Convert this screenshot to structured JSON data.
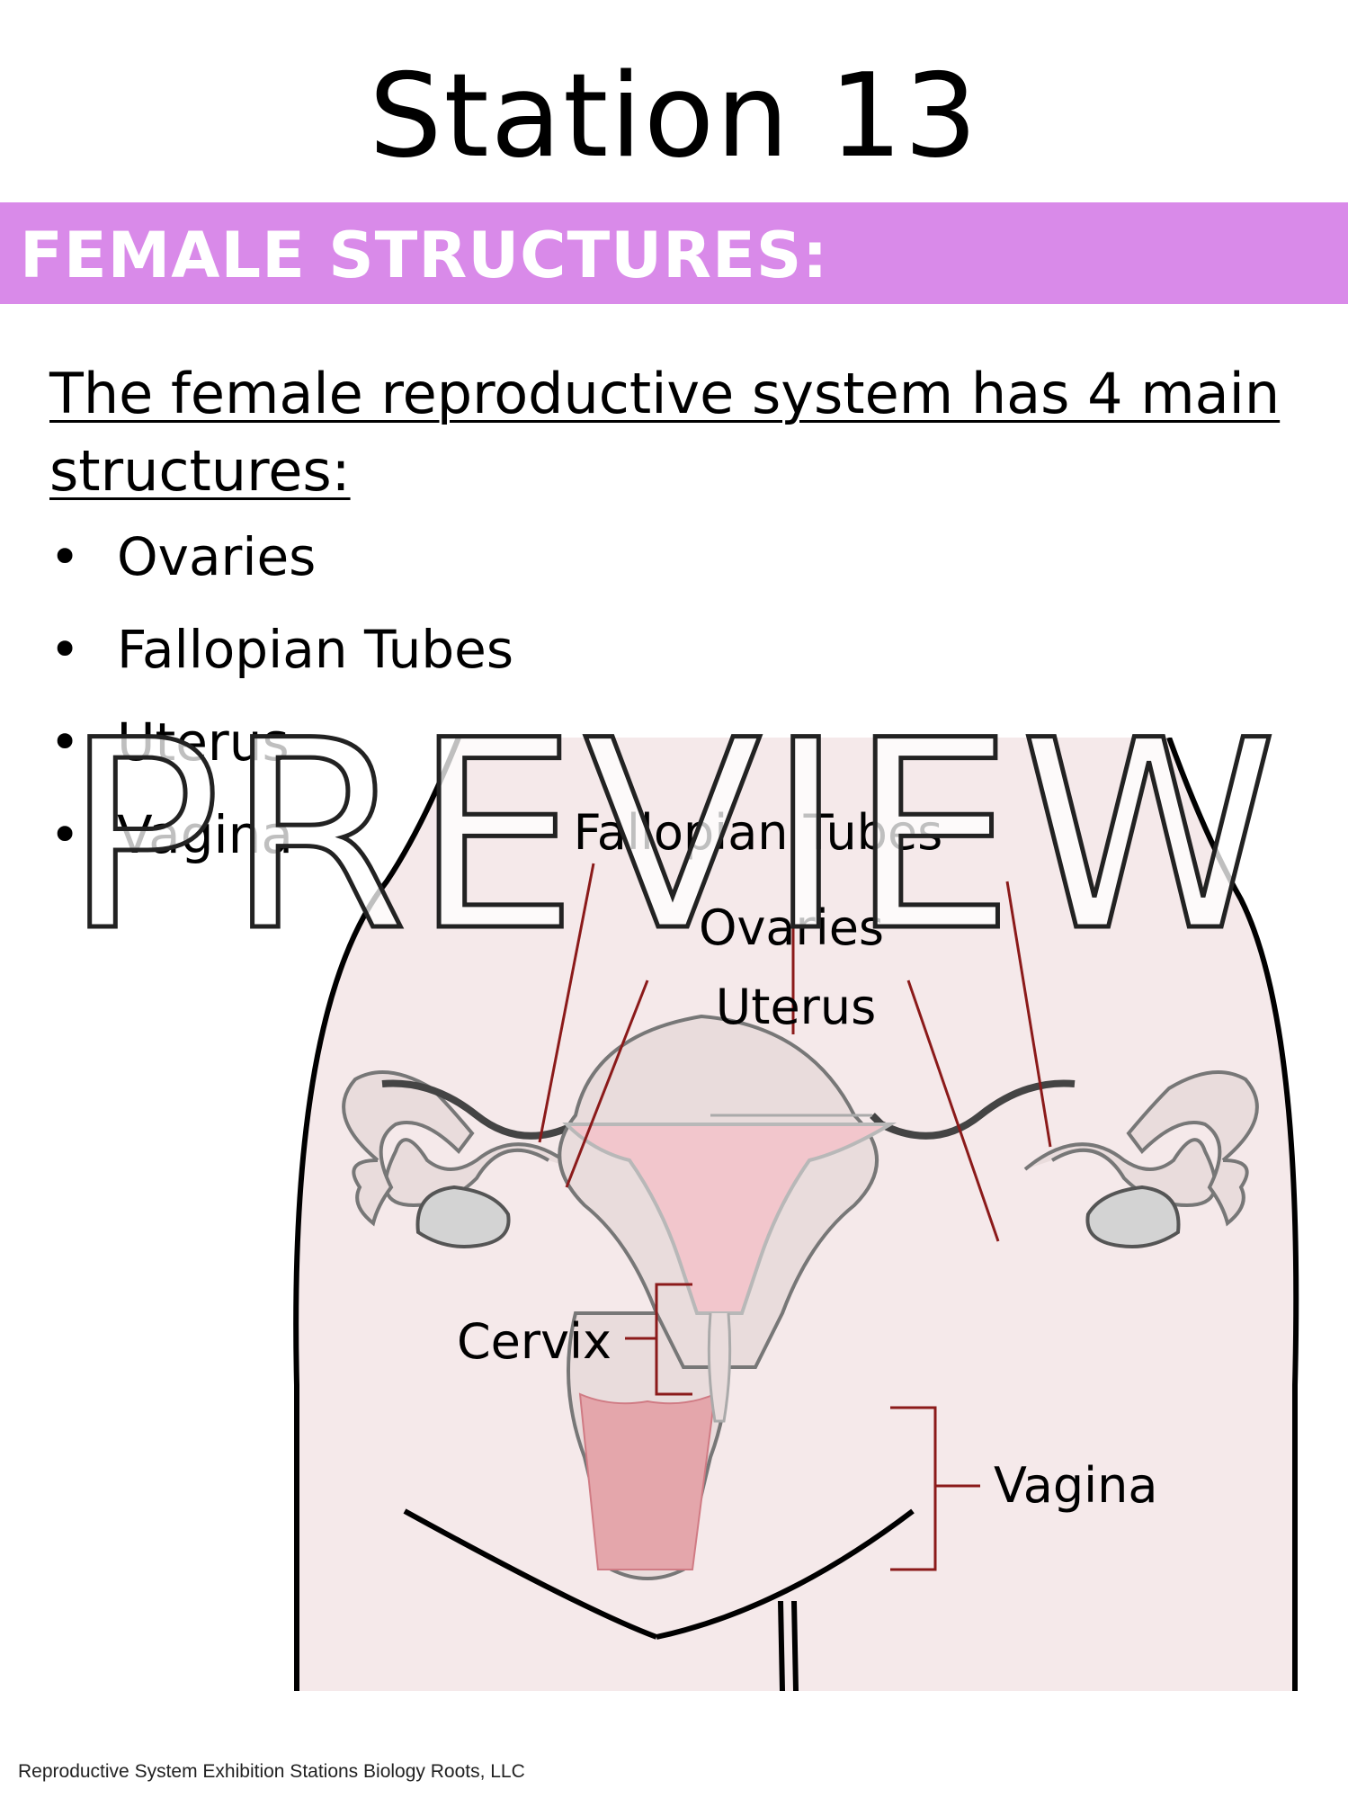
{
  "page": {
    "title": "Station 13",
    "banner": "FEMALE STRUCTURES:",
    "intro": "The female reproductive system has 4 main structures:",
    "bullets": [
      "Ovaries",
      "Fallopian Tubes",
      "Uterus",
      "Vagina"
    ],
    "footer": "Reproductive System Exhibition Stations Biology Roots, LLC"
  },
  "diagram": {
    "labels": {
      "fallopian_tubes": "Fallopian Tubes",
      "ovaries": "Ovaries",
      "uterus": "Uterus",
      "cervix": "Cervix",
      "vagina": "Vagina"
    }
  },
  "watermark": "PREVIEW",
  "colors": {
    "banner": "#d98ae9",
    "body_fill": "#f5e9ea",
    "organ_fill": "#e9dcdc",
    "inner_pink": "#f2c6cc",
    "vagina_pink": "#e4a6ab",
    "ovary_gray": "#d3d3d3",
    "label_line": "#8b1a1a"
  }
}
